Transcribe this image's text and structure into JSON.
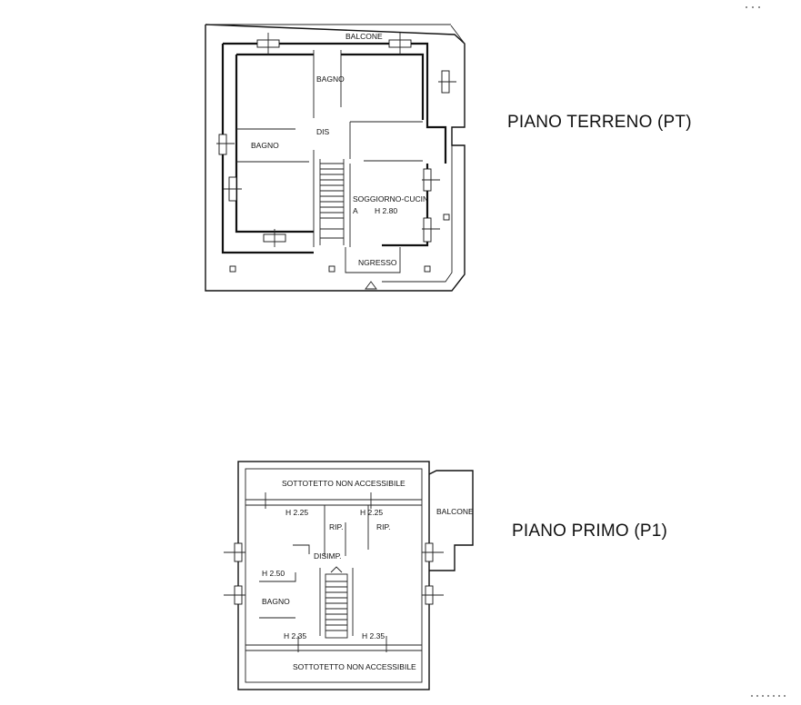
{
  "ground_floor": {
    "title": "PIANO TERRENO (PT)",
    "rooms": {
      "balcony": "BALCONE",
      "bath_top": "BAGNO",
      "hall": "DIS",
      "bath_left": "BAGNO",
      "living": "SOGGIORNO-CUCIN",
      "living_height": "H 2.80",
      "marker_a": "A",
      "entrance": "NGRESSO"
    }
  },
  "first_floor": {
    "title": "PIANO PRIMO (P1)",
    "rooms": {
      "attic_top": "SOTTOTETTO NON ACCESSIBILE",
      "h_top_left": "H 2.25",
      "h_top_right": "H 2.25",
      "storage_left": "RIP.",
      "storage_right": "RIP.",
      "balcony": "BALCONE",
      "landing": "DISIMP.",
      "h_mid_left": "H 2.50",
      "bath": "BAGNO",
      "h_bottom_left": "H 2.35",
      "h_bottom_right": "H 2.35",
      "attic_bottom": "SOTTOTETTO NON ACCESSIBILE"
    }
  }
}
